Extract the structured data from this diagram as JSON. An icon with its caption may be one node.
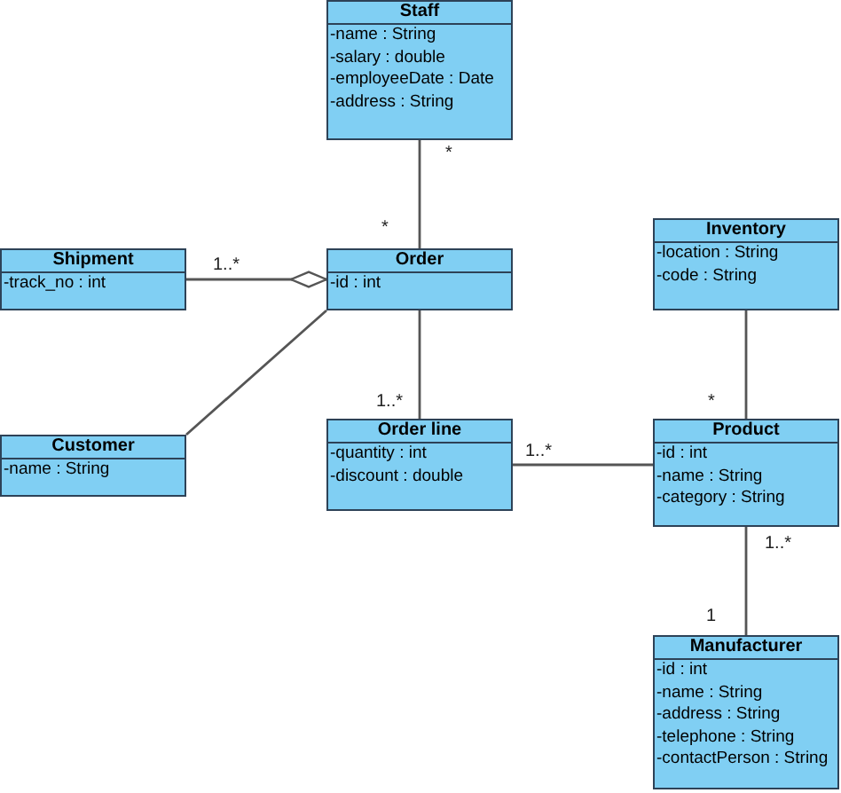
{
  "diagram": {
    "nodes": [
      {
        "text": [
          "Staff",
          "-name : String",
          "-salary : double",
          "-employeeDate : Date",
          "-address : String"
        ]
      },
      {
        "text": [
          "Shipment",
          "-track_no : int"
        ]
      },
      {
        "text": [
          "Order",
          "-id : int"
        ]
      },
      {
        "text": [
          "Inventory",
          "-location : String",
          "-code : String"
        ]
      },
      {
        "text": [
          "Customer",
          "-name : String"
        ]
      },
      {
        "text": [
          "Order line",
          "-quantity : int",
          "-discount : double"
        ]
      },
      {
        "text": [
          "Product",
          "-id : int",
          "-name : String",
          "-category : String"
        ]
      },
      {
        "text": [
          "Manufacturer",
          "-id : int",
          "-name : String",
          "-address : String",
          "-telephone : String",
          "-contactPerson : String"
        ]
      }
    ],
    "edges": [
      {
        "from": 0,
        "to": 2,
        "arrow": "none"
      },
      {
        "from": 1,
        "to": 2,
        "arrow": "other"
      },
      {
        "from": 4,
        "to": 2,
        "arrow": "none"
      },
      {
        "from": 2,
        "to": 5,
        "arrow": "none"
      },
      {
        "from": 5,
        "to": 6,
        "arrow": "none"
      },
      {
        "from": 3,
        "to": 6,
        "arrow": "none"
      },
      {
        "from": 6,
        "to": 7,
        "arrow": "none"
      }
    ],
    "labels": [
      "*",
      "*",
      "1..*",
      "1..*",
      "*",
      "1..*",
      "1..*",
      "1"
    ]
  }
}
